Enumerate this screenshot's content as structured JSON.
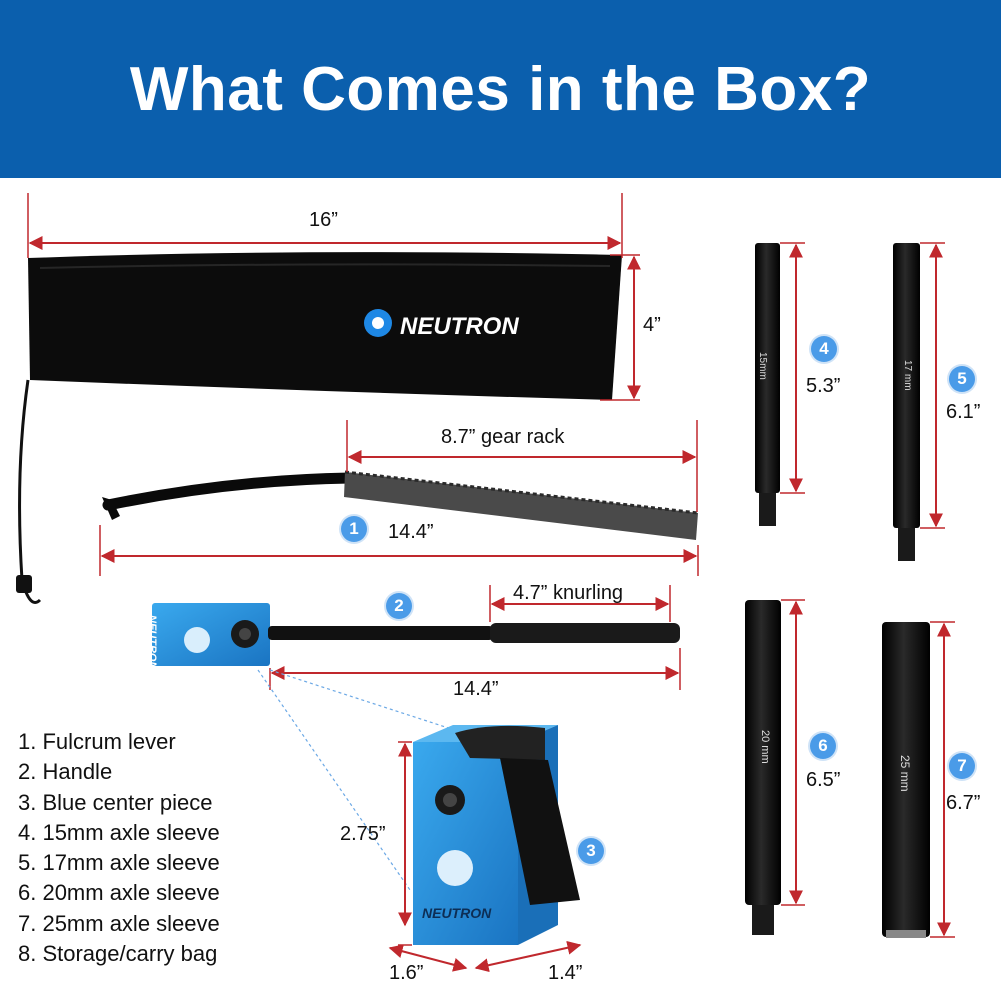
{
  "header": {
    "title": "What Comes in the Box?",
    "background": "#0b5fad"
  },
  "accent": {
    "dimension_line": "#c0282d",
    "badge": "#4a9be8",
    "tool_blue": "#1f8fd6"
  },
  "bag": {
    "brand": "NEUTRON",
    "width_label": "16”",
    "height_label": "4”"
  },
  "lever": {
    "badge": "1",
    "length_label": "14.4”",
    "rack_label": "8.7” gear rack"
  },
  "handle": {
    "badge": "2",
    "length_label": "14.4”",
    "knurl_label": "4.7” knurling",
    "brand": "NEUTRON"
  },
  "center_piece": {
    "badge": "3",
    "height_label": "2.75”",
    "width_label": "1.6”",
    "depth_label": "1.4”",
    "brand": "NEUTRON"
  },
  "sleeves": [
    {
      "badge": "4",
      "length_label": "5.3”",
      "engraving": "15mm"
    },
    {
      "badge": "5",
      "length_label": "6.1”",
      "engraving": "17 mm"
    },
    {
      "badge": "6",
      "length_label": "6.5”",
      "engraving": "20 mm"
    },
    {
      "badge": "7",
      "length_label": "6.7”",
      "engraving": "25 mm"
    }
  ],
  "contents": [
    "1. Fulcrum lever",
    "2. Handle",
    "3. Blue center piece",
    "4. 15mm axle sleeve",
    "5. 17mm axle sleeve",
    "6. 20mm axle sleeve",
    "7. 25mm axle sleeve",
    "8. Storage/carry bag"
  ]
}
